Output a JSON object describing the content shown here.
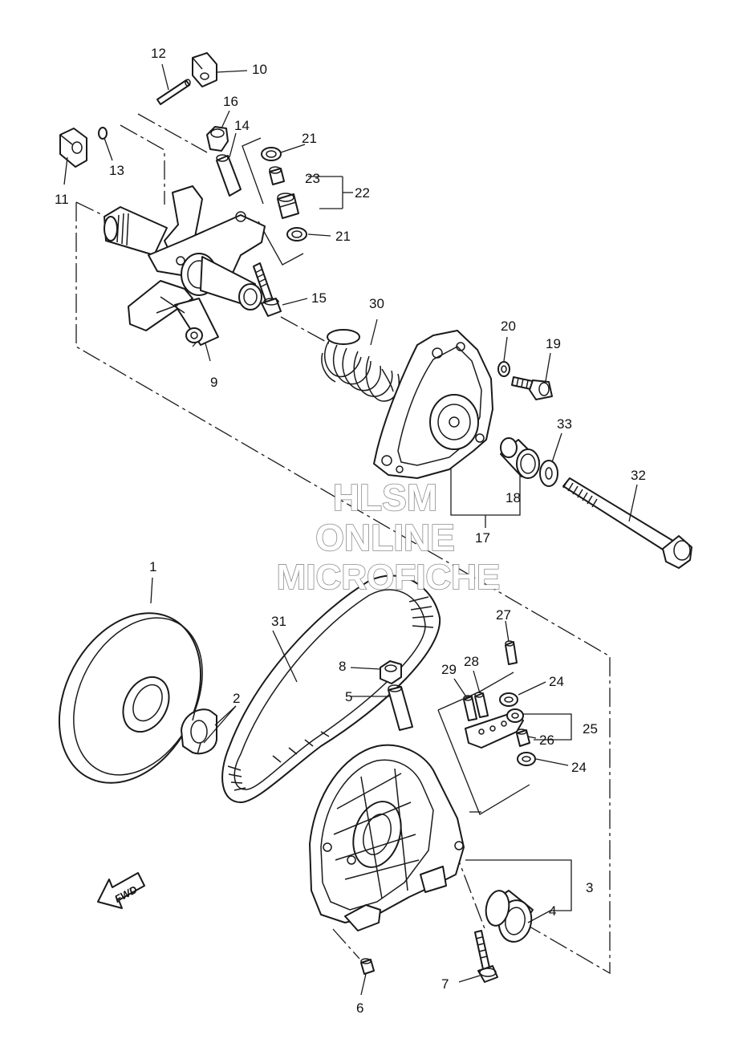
{
  "watermark": {
    "line1": "HLSM",
    "line2": "ONLINE",
    "line3": "MICROFICHE",
    "color": "#8c8c8c"
  },
  "direction_marker": {
    "label": "FWD",
    "icon": "fwd-arrow-icon"
  },
  "callouts": {
    "c1": "1",
    "c2": "2",
    "c3": "3",
    "c4": "4",
    "c5": "5",
    "c6": "6",
    "c7": "7",
    "c8": "8",
    "c9": "9",
    "c10": "10",
    "c11": "11",
    "c12": "12",
    "c13": "13",
    "c14": "14",
    "c15": "15",
    "c16": "16",
    "c17": "17",
    "c18": "18",
    "c19": "19",
    "c20": "20",
    "c21a": "21",
    "c21b": "21",
    "c22": "22",
    "c23": "23",
    "c24a": "24",
    "c24b": "24",
    "c25": "25",
    "c26": "26",
    "c27": "27",
    "c28": "28",
    "c29": "29",
    "c30": "30",
    "c31": "31",
    "c32": "32",
    "c33": "33"
  },
  "colors": {
    "line": "#1a1a1a",
    "background": "#ffffff"
  }
}
